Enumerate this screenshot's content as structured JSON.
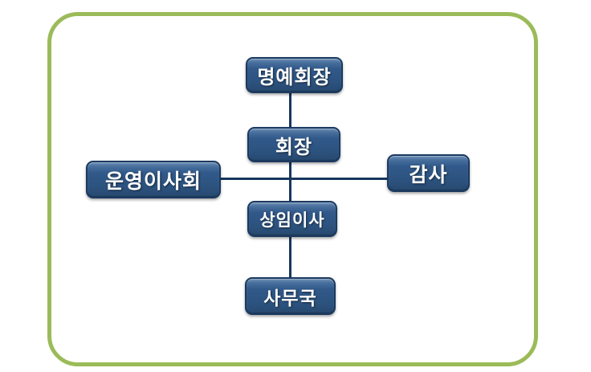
{
  "diagram": {
    "type": "org-chart",
    "frame_border_color": "#9BBB59",
    "node_fill_color": "#31598A",
    "node_border_color": "#1B3A60",
    "node_text_color": "#FFFFFF",
    "connector_color": "#17375E",
    "nodes": [
      {
        "id": "honorary-chairman",
        "label": "명예회장"
      },
      {
        "id": "chairman",
        "label": "회장"
      },
      {
        "id": "operating-board",
        "label": "운영이사회"
      },
      {
        "id": "auditor",
        "label": "감사"
      },
      {
        "id": "executive-director",
        "label": "상임이사"
      },
      {
        "id": "secretariat",
        "label": "사무국"
      }
    ],
    "edges": [
      {
        "from": "honorary-chairman",
        "to": "chairman"
      },
      {
        "from": "chairman",
        "to": "executive-director"
      },
      {
        "from": "operating-board",
        "to": "auditor"
      },
      {
        "from": "executive-director",
        "to": "secretariat"
      }
    ]
  }
}
